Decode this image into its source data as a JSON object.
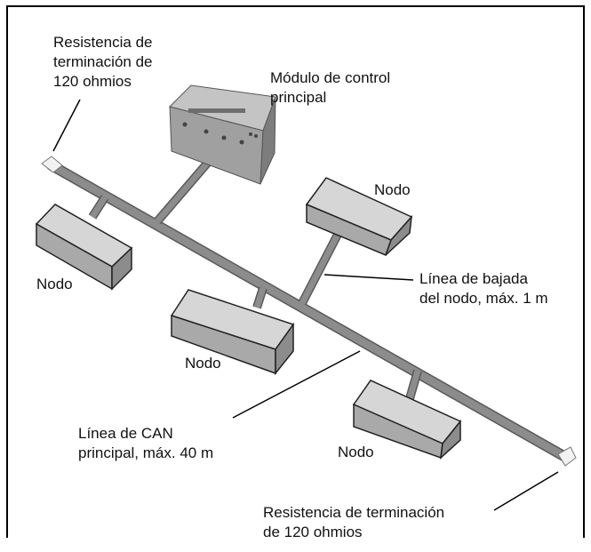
{
  "labels": {
    "term_top": [
      "Resistencia de",
      "terminación de",
      "120 ohmios"
    ],
    "control": [
      "Módulo de control",
      "principal"
    ],
    "node_top_right": "Nodo",
    "node_left": "Nodo",
    "node_center": "Nodo",
    "node_bottom_right": "Nodo",
    "drop_line": [
      "Línea de bajada",
      "del nodo, máx. 1 m"
    ],
    "can_line": [
      "Línea de CAN",
      "principal, máx. 40 m"
    ],
    "term_bottom": [
      "Resistencia de terminación",
      "de 120 ohmios"
    ]
  },
  "colors": {
    "bus": "#8a8a8a",
    "bus_edge": "#5a5a5a",
    "node_top": "#d6d6d6",
    "node_front": "#a9a9a9",
    "node_side": "#8c8c8c",
    "module_top": "#c4c4c4",
    "module_front": "#9e9e9e",
    "resistor": "#f2f2f2",
    "border": "#000000"
  }
}
